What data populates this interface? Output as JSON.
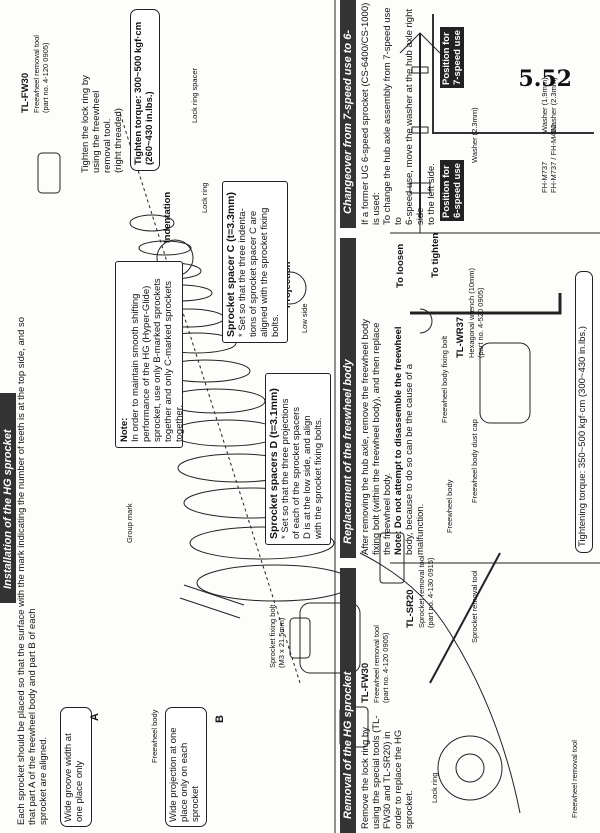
{
  "page_number": "5.52",
  "intro_text": [
    "Each sprocket should be placed so that the surface with the mark indicating the number of teeth is at the top side, and so",
    "that part A of the freewheel body and part B of each",
    "sprocket are aligned."
  ],
  "notes": {
    "wide_groove": [
      "Wide groove width at",
      "one place only"
    ],
    "wide_projection": [
      "Wide projection at one",
      "place only on each",
      "sprocket"
    ],
    "hg_note_title": "Note:",
    "hg_note": [
      "In order to maintain smooth shifting",
      "performance of the HG (Hyper-Glide)",
      "sprocket, use only B-marked sprockets",
      "together and only C-marked sprockets",
      "together."
    ]
  },
  "labels": {
    "part_a": "A",
    "part_b": "B",
    "freewheel_body": "Freewheel body",
    "sprocket_fixing_bolt": [
      "Sprocket fixing bolt",
      "(M3 x 21.5mm)"
    ],
    "groove_mark": "Group mark",
    "lock_ring": "Lock ring",
    "lock_ring_spacer": "Lock ring spacer",
    "projection": "Projection",
    "low_side": "Low side",
    "indentation": "Indentation"
  },
  "spacers_d": {
    "title": "Sprocket spacers D (t=3.1mm)",
    "text": [
      "* Set so that the three projections",
      "of each of the sprocket spacers",
      "D is at the low side, and align",
      "with the sprocket fixing bolts."
    ]
  },
  "spacer_c": {
    "title": "Sprocket spacer C (t=3.3mm)",
    "text": [
      "* Set so that the three indenta-",
      "tions of sprocket spacer C are",
      "aligned with the sprocket fixing",
      "bolts."
    ]
  },
  "tl_fw30_top": {
    "text": [
      "Tighten the lock ring by",
      "using the freewheel",
      "removal tool.",
      "(right threaded)"
    ],
    "tool": "TL-FW30",
    "tool_desc": [
      "Freewheel removal tool",
      "(part no. 4-120 0905)"
    ],
    "torque": [
      "Tighten torque: 300~500 kgf·cm",
      "(260~430 in.lbs.)"
    ]
  },
  "sections": {
    "installation": "Installation of the HG sprocket",
    "removal": "Removal of the HG sprocket",
    "replacement": "Replacement of the freewheel body",
    "changeover": "Changeover from 7-speed use to 6-speed use"
  },
  "removal": {
    "text": [
      "Remove the lock ring by",
      "using the special tools (TL-",
      "FW30 and TL-SR20) in",
      "order to replace the HG",
      "sprocket."
    ],
    "tool1": "TL-FW30",
    "tool1_desc": [
      "Freewheel removal tool",
      "(part no. 4-120 0905)"
    ],
    "tool2": "TL-SR20",
    "tool2_desc": [
      "Sprocket removal tool",
      "(part no. 4-130 0915)"
    ],
    "label_lock_ring": "Lock ring",
    "label_fw_tool": "Freewheel removal tool",
    "label_sr_tool": "Sprocket removal tool"
  },
  "replacement": {
    "text": [
      "After removing the hub axle, remove the freewheel body",
      "fixing bolt (within the freewheel body), and then replace",
      "the freewheel body."
    ],
    "note": [
      "Note: Do not attempt to disassemble the freewheel",
      "body, because to do so can be the cause of a",
      "malfunction."
    ],
    "freewheel_body": "Freewheel body",
    "fixing_bolt": "Freewheel body fixing bolt",
    "dust_cap": "Freewheel body dust cap",
    "tool": "TL-WR37",
    "tool_desc": [
      "Hexagonal wrench (10mm)",
      "(part no. 4-520 0905)"
    ],
    "to_loosen": "To loosen",
    "to_tighten": "To tighten",
    "torque": "Tightening torque: 350~500 kgf·cm (300~430 in.lbs.)"
  },
  "changeover": {
    "text": [
      "If a former UG 6-speed sprocket (CS-6400/CS-1000)",
      "is used:",
      "To change the hub axle assembly from 7-speed use to",
      "6-speed use, move the washer at the hub axle right side",
      "to the left side."
    ],
    "pos_6": [
      "Position for",
      "6-speed use"
    ],
    "pos_7": [
      "Position for",
      "7-speed use"
    ],
    "washer": "Washer (2.3mm)",
    "washer_spec": [
      "Washer (1.9mm)",
      "Washer (2.3mm)"
    ],
    "models": [
      "FH-M737",
      "FH-M737 / FH-M452"
    ]
  }
}
